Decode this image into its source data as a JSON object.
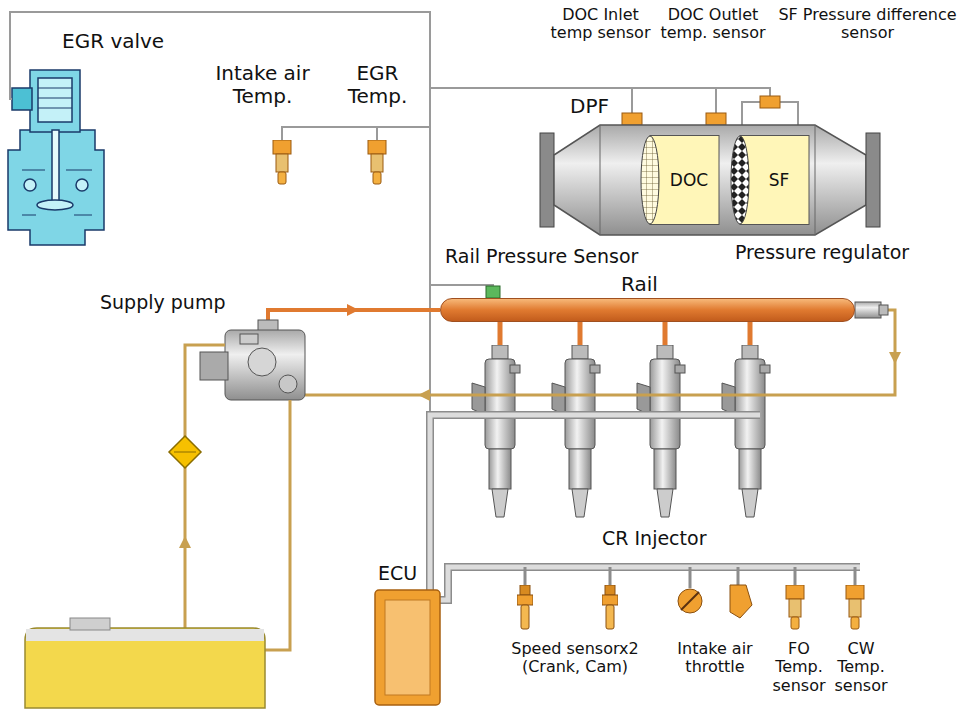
{
  "diagram": {
    "nodes": [
      {
        "text": [
          "DPF"
        ]
      },
      {
        "text": [
          "DOC"
        ],
        "in": 0
      },
      {
        "text": [
          "SF"
        ],
        "in": 0
      },
      {
        "text": [
          "Rail"
        ]
      }
    ],
    "labels": [
      "EGR valve",
      "Intake air Temp.",
      "EGR Temp.",
      "DOC Inlet temp sensor",
      "DOC Outlet temp. sensor",
      "SF Pressure difference sensor",
      "Rail Pressure Sensor",
      "Pressure regulator",
      "Supply pump",
      "CR Injector",
      "ECU",
      "Speed sensorx2 (Crank, Cam)",
      "Intake air throttle",
      "FO Temp. sensor",
      "CW Temp. sensor"
    ]
  }
}
